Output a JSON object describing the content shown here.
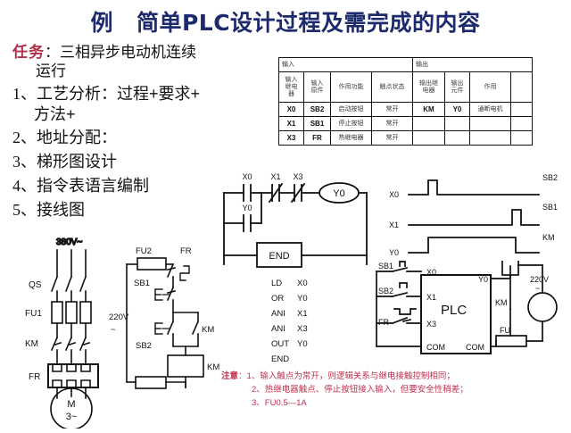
{
  "slide": {
    "title_prefix": "例",
    "title_main": "简单PLC设计过程及需完成的内容"
  },
  "left_panel": {
    "task_label": "任务",
    "task_colon": "：",
    "task_text": "三相异步电动机连续",
    "task_text_2": "运行",
    "items": [
      {
        "num": "1、",
        "text": "工艺分析：过程+要求+",
        "cont": "方法+"
      },
      {
        "num": "2、",
        "text": "地址分配：",
        "cont": ""
      },
      {
        "num": "3、",
        "text": "梯形图设计",
        "cont": ""
      },
      {
        "num": "4、",
        "text": "指令表语言编制",
        "cont": ""
      },
      {
        "num": "5、",
        "text": "接线图",
        "cont": ""
      }
    ]
  },
  "io_table": {
    "section_input": "输入",
    "section_output": "输出",
    "headers": [
      "输入继电器",
      "输入原件",
      "作用功能",
      "触点状态",
      "输出继电器",
      "输出元件",
      "作用",
      ""
    ],
    "header_lines": [
      [
        "输入",
        "继电",
        "器"
      ],
      [
        "输入",
        "原件"
      ],
      [
        "作用功能"
      ],
      [
        "触点状态"
      ],
      [
        "输出继",
        "电器"
      ],
      [
        "输出",
        "元件"
      ],
      [
        "作用"
      ],
      [
        ""
      ]
    ],
    "rows": [
      [
        "X0",
        "SB2",
        "启动按钮",
        "常开",
        "KM",
        "Y0",
        "通断电机",
        ""
      ],
      [
        "X1",
        "SB1",
        "停止按钮",
        "常开",
        "",
        "",
        "",
        ""
      ],
      [
        "X3",
        "FR",
        "热继电器",
        "常开",
        "",
        "",
        "",
        ""
      ]
    ]
  },
  "main_circuit": {
    "supply": "380V~",
    "labels": [
      "QS",
      "FU1",
      "KM",
      "FR"
    ],
    "motor_line1": "M",
    "motor_line2": "3~"
  },
  "control_circuit": {
    "supply_line1": "220V",
    "supply_line2": "~",
    "fuse": "FU2",
    "overload": "FR",
    "stop_button": "SB1",
    "start_button": "SB2",
    "contactor_contact": "KM",
    "contactor_coil": "KM"
  },
  "ladder": {
    "contacts": [
      "X0",
      "X1",
      "X3"
    ],
    "branch_contact": "Y0",
    "coil": "Y0",
    "end_block": "END"
  },
  "instruction_list": {
    "lines": [
      {
        "op": "LD",
        "operand": "X0"
      },
      {
        "op": "OR",
        "operand": "Y0"
      },
      {
        "op": "ANI",
        "operand": "X1"
      },
      {
        "op": "ANI",
        "operand": "X3"
      },
      {
        "op": "OUT",
        "operand": "Y0"
      },
      {
        "op": "END",
        "operand": ""
      }
    ]
  },
  "timing_diagram": {
    "signals": [
      {
        "name": "X0",
        "device": "SB2"
      },
      {
        "name": "X1",
        "device": "SB1"
      },
      {
        "name": "Y0",
        "device": "KM"
      }
    ]
  },
  "wiring_diagram": {
    "device": "PLC",
    "input_devices": [
      "SB1",
      "SB2",
      "FR"
    ],
    "input_terminals": [
      "X0",
      "X1",
      "X3"
    ],
    "input_common": "COM",
    "output_terminal": "Y0",
    "output_common": "COM",
    "contactor": "KM",
    "fuse": "FU",
    "supply_line1": "220V",
    "supply_line2": "~"
  },
  "notes": {
    "label": "注意",
    "colon": "：",
    "lines": [
      "1、输入触点为常开，则逻辑关系与继电接触控制相同；",
      "2、热继电器触点、停止按钮接入输入，但要安全性稍差；",
      "3、FU0.5—1A"
    ]
  },
  "colors": {
    "title": "#1d2a6b",
    "accent_red": "#b0304a",
    "note_red": "#c0304e",
    "line": "#111111"
  }
}
